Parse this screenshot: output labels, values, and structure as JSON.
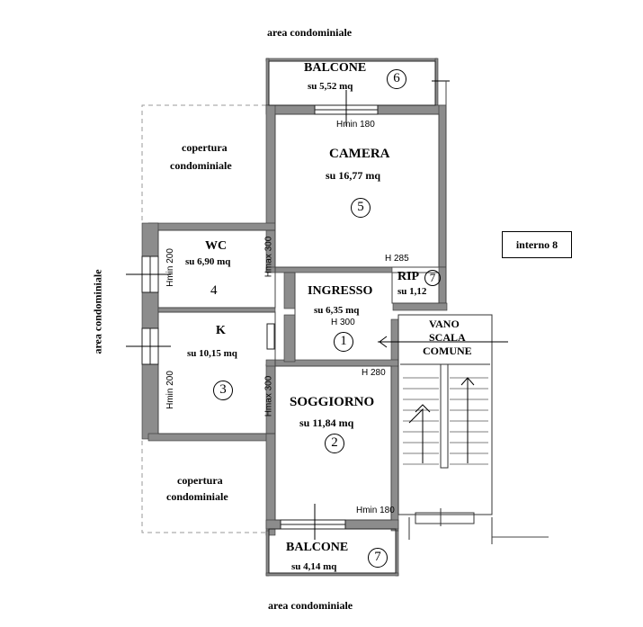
{
  "outside": {
    "top": "area condominiale",
    "bottom": "area condominiale",
    "left": "area condominiale",
    "copertura_top": [
      "copertura",
      "condominiale"
    ],
    "copertura_bottom": [
      "copertura",
      "condominiale"
    ]
  },
  "interno_label": "interno 8",
  "rooms": {
    "balcone_top": {
      "name": "BALCONE",
      "area": "su 5,52 mq",
      "number": "6"
    },
    "camera": {
      "name": "CAMERA",
      "area": "su 16,77 mq",
      "number": "5"
    },
    "wc": {
      "name": "WC",
      "area": "su 6,90 mq",
      "number": "4"
    },
    "k": {
      "name": "K",
      "area": "su 10,15 mq",
      "number": "3"
    },
    "ingresso": {
      "name": "INGRESSO",
      "area": "su 6,35 mq",
      "height": "H 300",
      "number": "1"
    },
    "rip": {
      "name": "RIP",
      "area": "su 1,12",
      "number": "7"
    },
    "soggiorno": {
      "name": "SOGGIORNO",
      "area": "su 11,84 mq",
      "number": "2"
    },
    "balcone_bottom": {
      "name": "BALCONE",
      "area": "su 4,14 mq",
      "number": "7"
    },
    "vano_scala": [
      "VANO",
      "SCALA",
      "COMUNE"
    ]
  },
  "dimensions": {
    "camera_hmin": "Hmin 180",
    "camera_h": "H 285",
    "wc_hmin": "Hmin 200",
    "wc_hmax": "Hmax 300",
    "k_hmin": "Hmin 200",
    "k_hmax": "Hmax 300",
    "soggiorno_h": "H 280",
    "soggiorno_hmin": "Hmin 180"
  }
}
